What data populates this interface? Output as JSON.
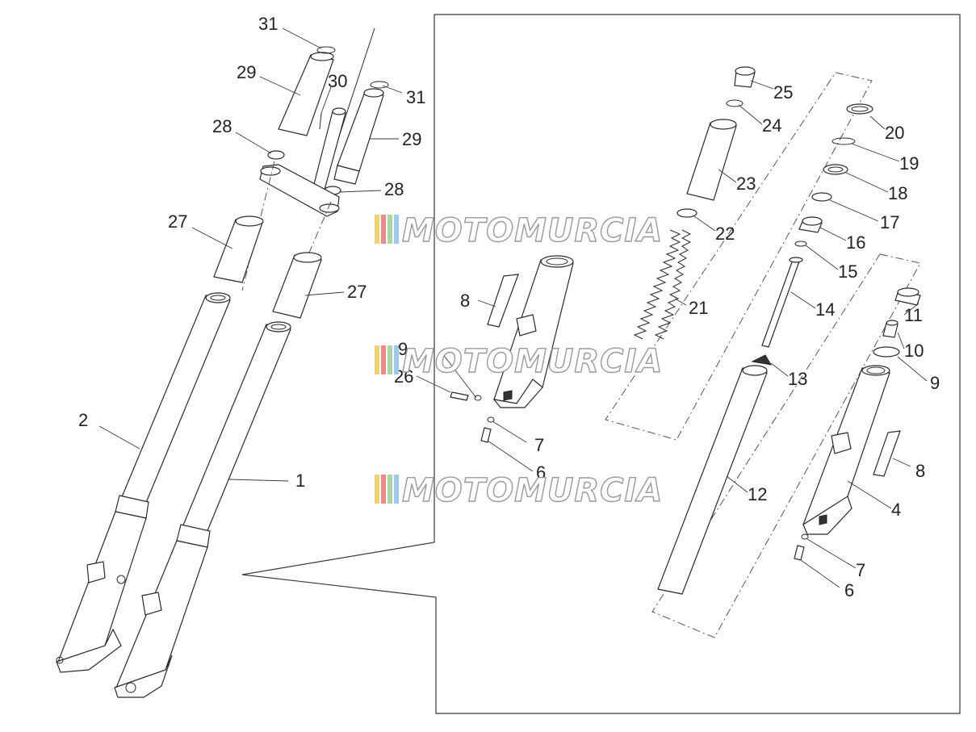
{
  "watermark": {
    "text": "MOTOMURCIA",
    "stripe_colors": [
      "#f2d36b",
      "#f08a8a",
      "#a9d7a0",
      "#9ec9ef"
    ]
  },
  "callouts": {
    "c1": "1",
    "c2": "2",
    "c4": "4",
    "c6a": "6",
    "c6b": "6",
    "c7a": "7",
    "c7b": "7",
    "c8a": "8",
    "c8b": "8",
    "c9": "9",
    "c10": "10",
    "c11": "11",
    "c12": "12",
    "c13": "13",
    "c14": "14",
    "c15": "15",
    "c16": "16",
    "c17": "17",
    "c18": "18",
    "c19": "19",
    "c20": "20",
    "c21": "21",
    "c22": "22",
    "c23": "23",
    "c24": "24",
    "c25": "25",
    "c26": "26",
    "c27a": "27",
    "c27b": "27",
    "c28a": "28",
    "c28b": "28",
    "c29a": "29",
    "c29b": "29",
    "c30": "30",
    "c31a": "31",
    "c31b": "31",
    "c9small": "9"
  }
}
